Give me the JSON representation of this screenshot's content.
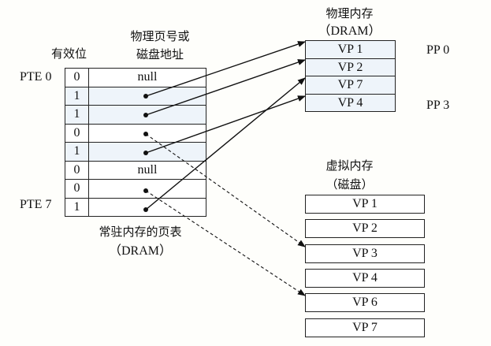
{
  "page_table": {
    "header_valid": "有效位",
    "header_addr_line1": "物理页号或",
    "header_addr_line2": "磁盘地址",
    "first_label": "PTE 0",
    "last_label": "PTE 7",
    "caption_line1": "常驻内存的页表",
    "caption_line2": "（DRAM）",
    "rows": [
      {
        "valid": "0",
        "addr": "null",
        "points_to": null
      },
      {
        "valid": "1",
        "addr": "",
        "points_to": "dram:VP 1"
      },
      {
        "valid": "1",
        "addr": "",
        "points_to": "dram:VP 2"
      },
      {
        "valid": "0",
        "addr": "",
        "points_to": "disk:VP 3"
      },
      {
        "valid": "1",
        "addr": "",
        "points_to": "dram:VP 4"
      },
      {
        "valid": "0",
        "addr": "null",
        "points_to": null
      },
      {
        "valid": "0",
        "addr": "",
        "points_to": "disk:VP 6"
      },
      {
        "valid": "1",
        "addr": "",
        "points_to": "dram:VP 7"
      }
    ]
  },
  "physical_memory": {
    "title_line1": "物理内存",
    "title_line2": "（DRAM）",
    "pages": [
      "VP 1",
      "VP 2",
      "VP 7",
      "VP 4"
    ],
    "first_label": "PP 0",
    "last_label": "PP 3"
  },
  "virtual_memory": {
    "title_line1": "虚拟内存",
    "title_line2": "（磁盘）",
    "pages": [
      "VP 1",
      "VP 2",
      "VP 3",
      "VP 4",
      "VP 6",
      "VP 7"
    ]
  },
  "colors": {
    "line": "#111111",
    "valid_fill": "#eef4fa"
  }
}
